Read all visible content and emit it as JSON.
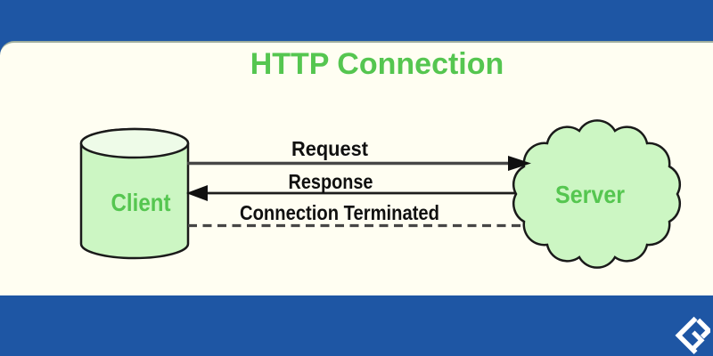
{
  "title": {
    "text": "HTTP Connection",
    "color": "#55c650"
  },
  "theme": {
    "band_color": "#1e56a4",
    "content_background": "#fffef2",
    "shape_fill": "#ccf6c3",
    "shape_top_fill": "#eefbe8",
    "shape_outline": "#1a1a1a",
    "green_label_color": "#55c650",
    "arrow_label_color": "#101010",
    "logo_color": "#ffffff"
  },
  "diagram": {
    "nodes": [
      {
        "id": "client",
        "label": "Client",
        "shape": "cylinder"
      },
      {
        "id": "server",
        "label": "Server",
        "shape": "cloud"
      }
    ],
    "connections": [
      {
        "label": "Request",
        "from": "client",
        "to": "server",
        "line": "solid-arrow-right"
      },
      {
        "label": "Response",
        "from": "server",
        "to": "client",
        "line": "solid-arrow-left"
      },
      {
        "label": "Connection Terminated",
        "from": "client",
        "to": "server",
        "line": "dashed"
      }
    ]
  },
  "footer": {
    "logo_name": "brand-diamond-logo"
  }
}
